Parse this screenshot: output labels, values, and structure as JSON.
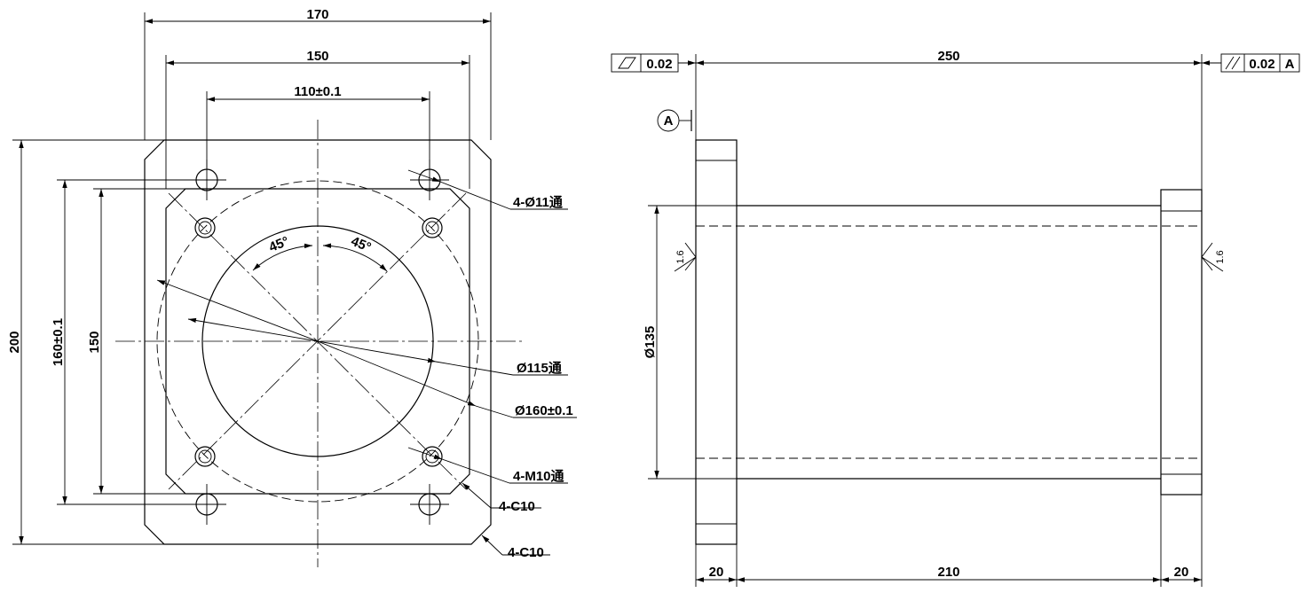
{
  "front_view": {
    "dim_width_outer": "170",
    "dim_width_inner": "150",
    "dim_hole_spacing": "110±0.1",
    "dim_height_outer": "200",
    "dim_height_holes": "160±0.1",
    "dim_height_inner": "150",
    "angle_left": "45°",
    "angle_right": "45°",
    "callout_through_holes": "4-Ø11通",
    "callout_bore": "Ø115通",
    "callout_pcd": "Ø160±0.1",
    "callout_threaded": "4-M10通",
    "callout_chamfer_inner": "4-C10",
    "callout_chamfer_outer": "4-C10"
  },
  "side_view": {
    "flatness_value": "0.02",
    "parallel_value": "0.02",
    "parallel_datum": "A",
    "datum_label": "A",
    "dim_length": "250",
    "dim_diameter": "Ø135",
    "roughness_left": "1.6",
    "roughness_right": "1.6",
    "dim_left_flange": "20",
    "dim_middle": "210",
    "dim_right_flange": "20"
  }
}
